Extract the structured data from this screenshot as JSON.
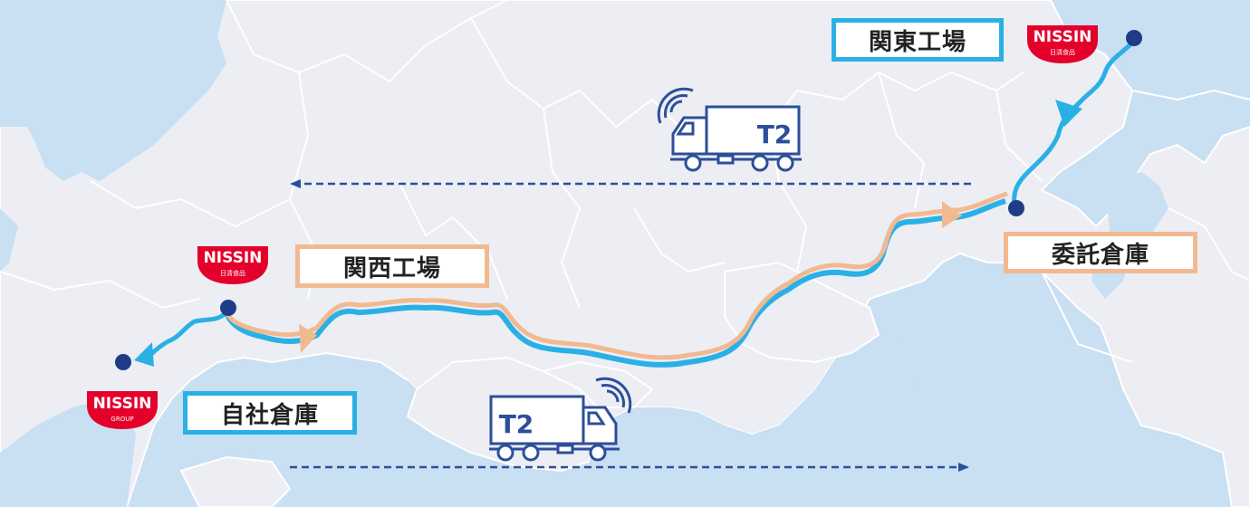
{
  "labels": {
    "kanto_factory": "関東工場",
    "kansai_factory": "関西工場",
    "consignment_warehouse": "委託倉庫",
    "own_warehouse": "自社倉庫"
  },
  "logos": {
    "kanto": {
      "text": "NISSIN",
      "subtext": "日清食品"
    },
    "kansai": {
      "text": "NISSIN",
      "subtext": "日清食品"
    },
    "group": {
      "text": "NISSIN",
      "subtext": "GROUP"
    }
  },
  "truck_mark": "T2",
  "colors": {
    "sea": "#c9dff2",
    "land": "#eceef4",
    "blue_route": "#2bb0e6",
    "orange_route": "#f2b990",
    "dot": "#1f3c88",
    "dashed_arrow": "#2d4f99",
    "logo_red": "#e4002b"
  }
}
